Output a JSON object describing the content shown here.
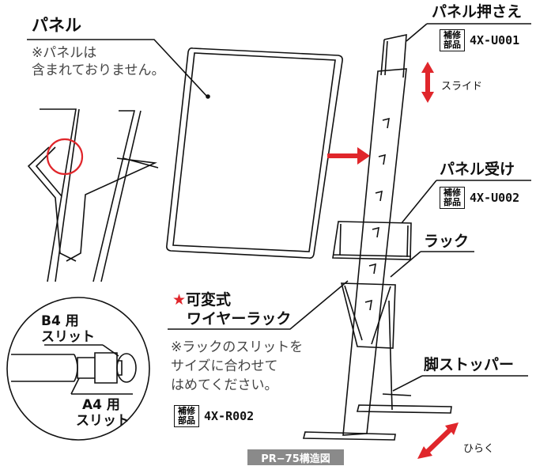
{
  "labels": {
    "panel": "パネル",
    "panel_note": [
      "※パネルは",
      "含まれておりません。"
    ],
    "panel_holder": "パネル押さえ",
    "slide": "スライド",
    "panel_receiver": "パネル受け",
    "rack": "ラック",
    "variable_rack_star": "★",
    "variable_rack_line1": "可変式",
    "variable_rack_line2": "ワイヤーラック",
    "rack_note": [
      "※ラックのスリットを",
      "サイズに合わせて",
      "はめてください。"
    ],
    "b4_slit": [
      "B4 用",
      "スリット"
    ],
    "a4_slit": [
      "A4 用",
      "スリット"
    ],
    "leg_stopper": "脚ストッパー",
    "open": "ひらく",
    "caption": "PR−75構造図"
  },
  "parts": {
    "badge_line1": "補修",
    "badge_line2": "部品",
    "panel_holder_code": "4X-U001",
    "panel_receiver_code": "4X-U002",
    "rack_code": "4X-R002"
  },
  "colors": {
    "accent_red": "#e0262b",
    "line": "#111111",
    "caption_bg": "#8a8a8a"
  }
}
